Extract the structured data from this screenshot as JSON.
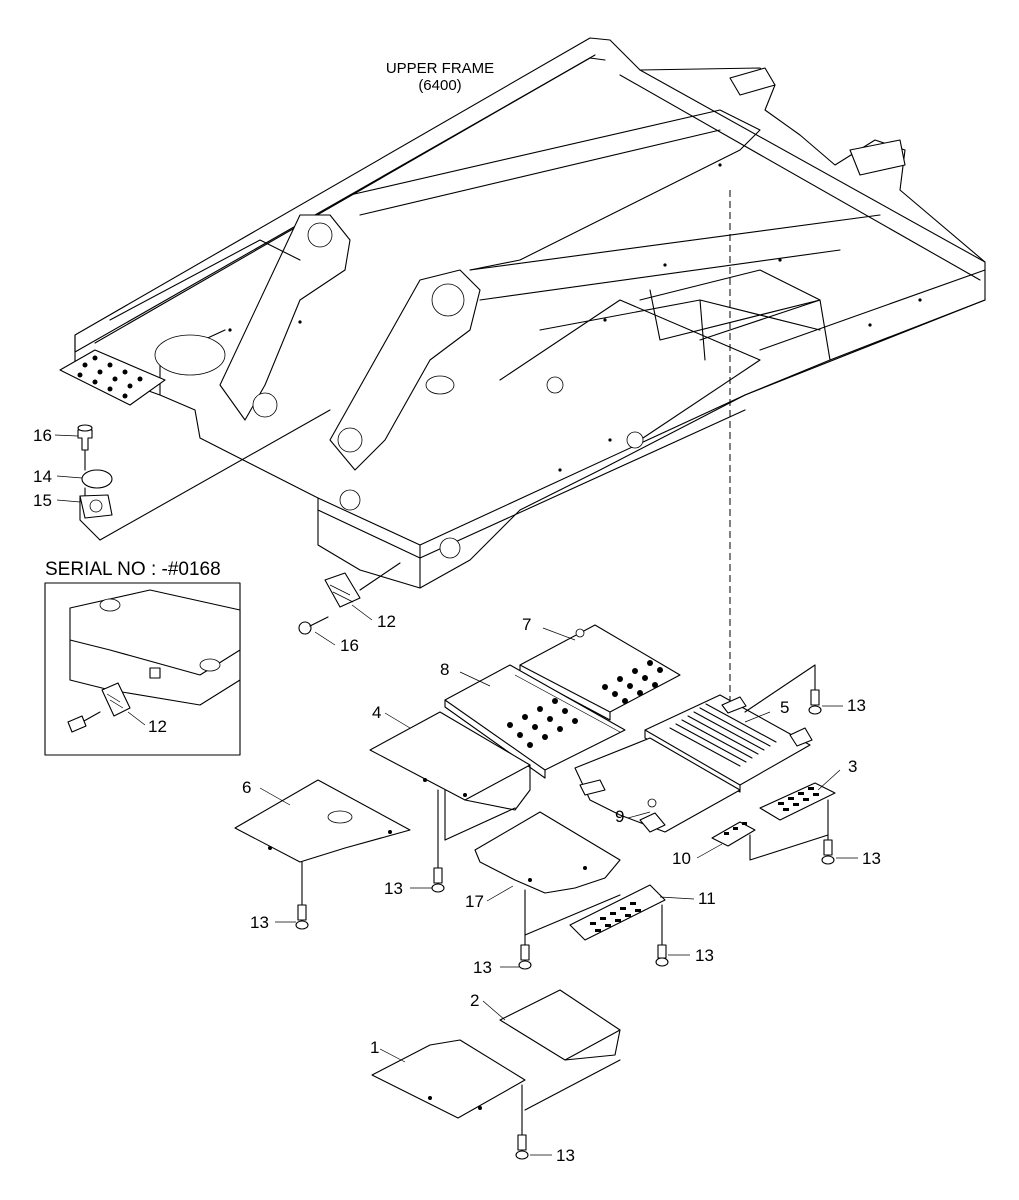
{
  "title_line1": "UPPER FRAME",
  "title_line2": "(6400)",
  "serial_label": "SERIAL NO : -#0168",
  "callouts": {
    "p1": "1",
    "p2": "2",
    "p3": "3",
    "p4": "4",
    "p5": "5",
    "p6": "6",
    "p7": "7",
    "p8": "8",
    "p9": "9",
    "p10": "10",
    "p11": "11",
    "p12a": "12",
    "p12b": "12",
    "p13a": "13",
    "p13b": "13",
    "p13c": "13",
    "p13d": "13",
    "p13e": "13",
    "p13f": "13",
    "p13g": "13",
    "p14": "14",
    "p15": "15",
    "p16a": "16",
    "p16b": "16",
    "p17": "17"
  }
}
